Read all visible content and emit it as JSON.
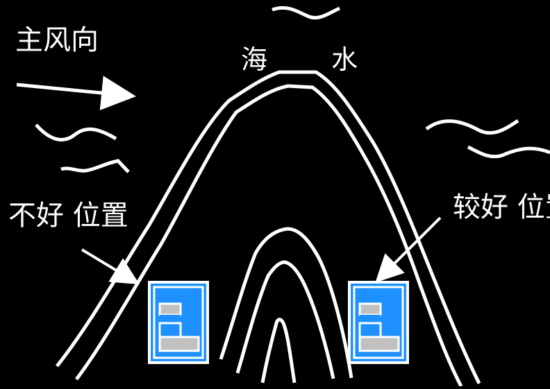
{
  "labels": {
    "wind": "主风向",
    "sea": "海 水",
    "bad_position": "不好 位置",
    "good_position": "较好 位置"
  },
  "colors": {
    "background": "#000000",
    "line": "#ffffff",
    "building_fill": "#1e90ff",
    "building_border": "#ffffff",
    "window": "#c0c0c0"
  },
  "icons": [
    "wind-arrow-icon",
    "sea-wave-icon",
    "building-icon",
    "pointer-arrow-icon"
  ]
}
